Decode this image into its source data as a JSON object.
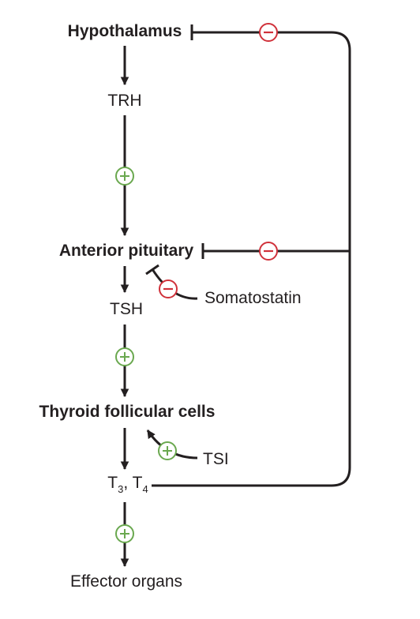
{
  "nodes": {
    "hypothalamus": "Hypothalamus",
    "trh": "TRH",
    "anterior_pituitary": "Anterior pituitary",
    "tsh": "TSH",
    "thyroid_follicular_cells": "Thyroid follicular cells",
    "t3_base": "T",
    "t3_sub": "3",
    "t_sep": ", T",
    "t4_sub": "4",
    "effector_organs": "Effector organs"
  },
  "modulators": {
    "somatostatin": "Somatostatin",
    "tsi": "TSI"
  },
  "colors": {
    "stimulation": "#6aa84f",
    "inhibition": "#d0313a",
    "line": "#231f20"
  },
  "icons": {
    "stimulation": "plus-circle-icon",
    "inhibition": "minus-circle-icon"
  }
}
